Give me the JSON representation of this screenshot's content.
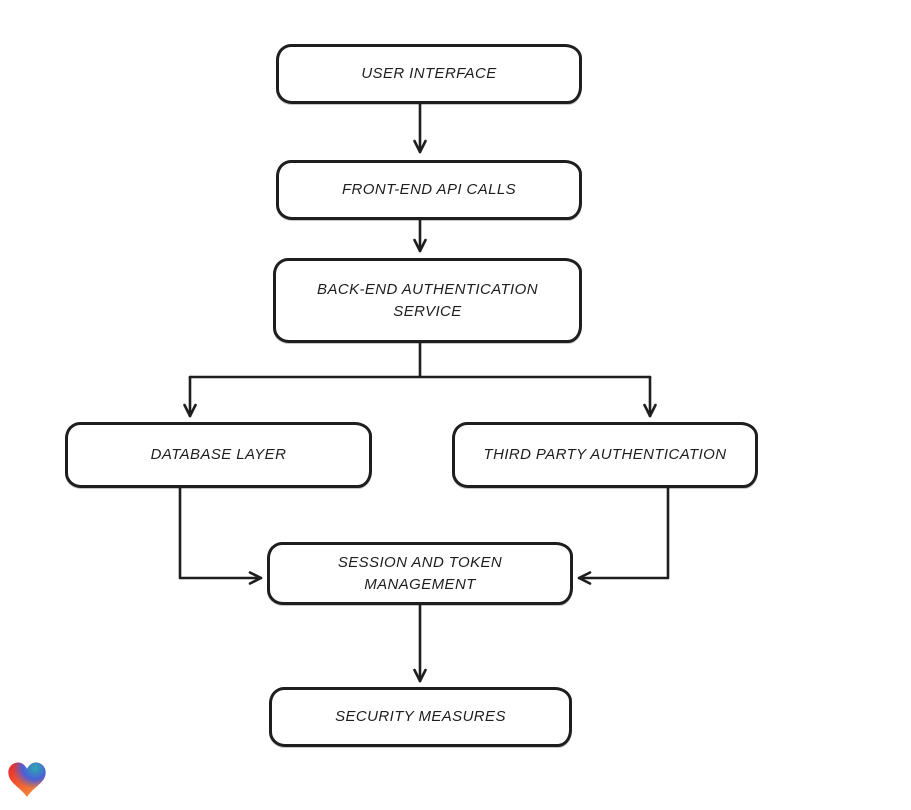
{
  "diagram": {
    "background": "#ffffff",
    "stroke_color": "#1e1e1e",
    "text_color": "#1e1e1e",
    "nodes": [
      {
        "id": "user-interface",
        "label": "USER INTERFACE"
      },
      {
        "id": "front-end-api-calls",
        "label": "FRONT-END API CALLS"
      },
      {
        "id": "back-end-authentication-service",
        "label": "BACK-END AUTHENTICATION\nSERVICE"
      },
      {
        "id": "database-layer",
        "label": "DATABASE LAYER"
      },
      {
        "id": "third-party-authentication",
        "label": "THIRD PARTY AUTHENTICATION"
      },
      {
        "id": "session-and-token-management",
        "label": "SESSION AND TOKEN\nMANAGEMENT"
      },
      {
        "id": "security-measures",
        "label": "SECURITY MEASURES"
      }
    ],
    "edges": [
      {
        "from": "user-interface",
        "to": "front-end-api-calls"
      },
      {
        "from": "front-end-api-calls",
        "to": "back-end-authentication-service"
      },
      {
        "from": "back-end-authentication-service",
        "to": "database-layer"
      },
      {
        "from": "back-end-authentication-service",
        "to": "third-party-authentication"
      },
      {
        "from": "database-layer",
        "to": "session-and-token-management"
      },
      {
        "from": "third-party-authentication",
        "to": "session-and-token-management"
      },
      {
        "from": "session-and-token-management",
        "to": "security-measures"
      }
    ]
  },
  "logo": {
    "name": "gradient-heart",
    "colors": {
      "red": "#e8232d",
      "orange_mid": "#ef5c31",
      "orange": "#f6a23b",
      "teal": "#2ea8b0",
      "blue": "#4a5fd9"
    }
  }
}
